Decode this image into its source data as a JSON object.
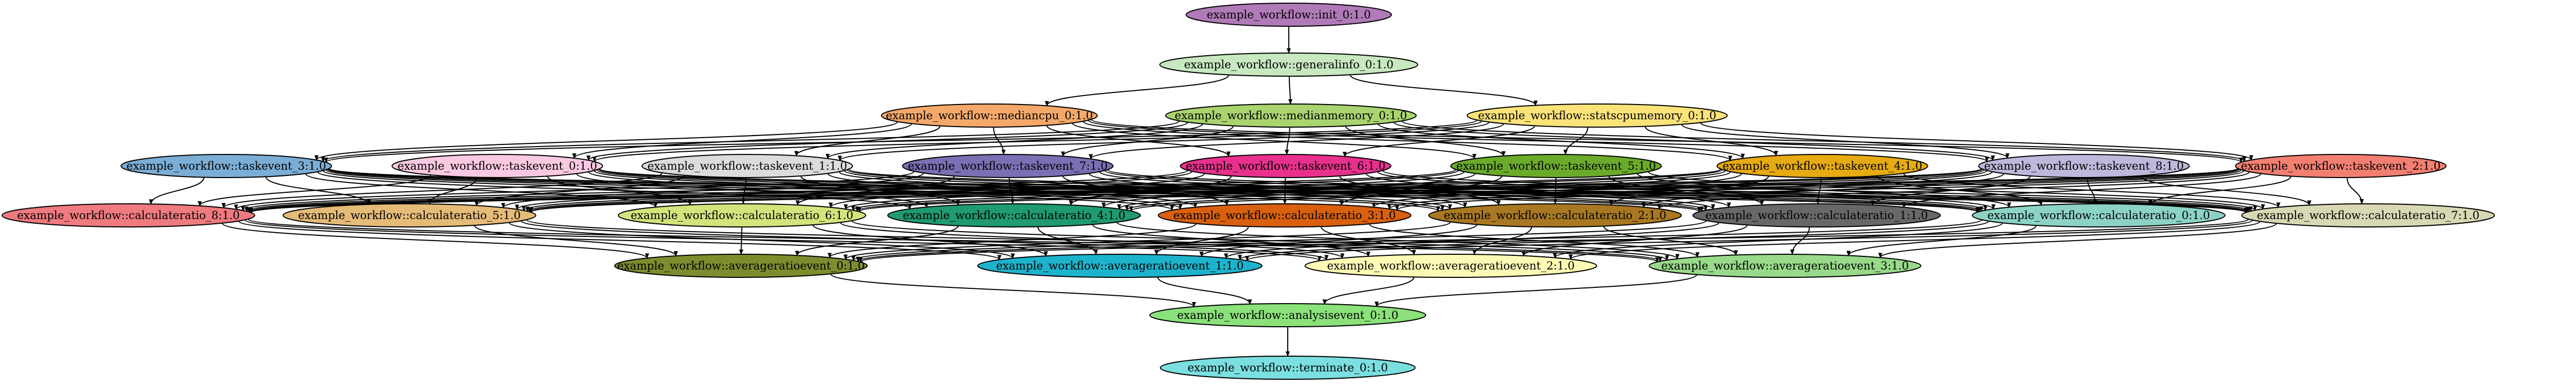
{
  "graph": {
    "nodes": [
      {
        "id": "init_0",
        "label": "example_workflow::init_0:1.0",
        "color": "#b07ab8"
      },
      {
        "id": "generalinfo_0",
        "label": "example_workflow::generalinfo_0:1.0",
        "color": "#c7e8c0"
      },
      {
        "id": "mediancpu_0",
        "label": "example_workflow::mediancpu_0:1.0",
        "color": "#f4a96a"
      },
      {
        "id": "medianmemory_0",
        "label": "example_workflow::medianmemory_0:1.0",
        "color": "#a9d46f"
      },
      {
        "id": "statscpumemory_0",
        "label": "example_workflow::statscpumemory_0:1.0",
        "color": "#fbe37a"
      },
      {
        "id": "taskevent_3",
        "label": "example_workflow::taskevent_3:1.0",
        "color": "#7baed6"
      },
      {
        "id": "taskevent_0",
        "label": "example_workflow::taskevent_0:1.0",
        "color": "#fac9e1"
      },
      {
        "id": "taskevent_1",
        "label": "example_workflow::taskevent_1:1.0",
        "color": "#dcdcdc"
      },
      {
        "id": "taskevent_7",
        "label": "example_workflow::taskevent_7:1.0",
        "color": "#7a6fb3"
      },
      {
        "id": "taskevent_6",
        "label": "example_workflow::taskevent_6:1.0",
        "color": "#e7318d"
      },
      {
        "id": "taskevent_5",
        "label": "example_workflow::taskevent_5:1.0",
        "color": "#6bab2b"
      },
      {
        "id": "taskevent_4",
        "label": "example_workflow::taskevent_4:1.0",
        "color": "#e6aa12"
      },
      {
        "id": "taskevent_8",
        "label": "example_workflow::taskevent_8:1.0",
        "color": "#bdb9dc"
      },
      {
        "id": "taskevent_2",
        "label": "example_workflow::taskevent_2:1.0",
        "color": "#f37f72"
      },
      {
        "id": "calculateratio_8",
        "label": "example_workflow::calculateratio_8:1.0",
        "color": "#ef7a7f"
      },
      {
        "id": "calculateratio_5",
        "label": "example_workflow::calculateratio_5:1.0",
        "color": "#e5bb78"
      },
      {
        "id": "calculateratio_6",
        "label": "example_workflow::calculateratio_6:1.0",
        "color": "#d5e37c"
      },
      {
        "id": "calculateratio_4",
        "label": "example_workflow::calculateratio_4:1.0",
        "color": "#1f9a72"
      },
      {
        "id": "calculateratio_3",
        "label": "example_workflow::calculateratio_3:1.0",
        "color": "#d8600f"
      },
      {
        "id": "calculateratio_2",
        "label": "example_workflow::calculateratio_2:1.0",
        "color": "#a97822"
      },
      {
        "id": "calculateratio_1",
        "label": "example_workflow::calculateratio_1:1.0",
        "color": "#686868"
      },
      {
        "id": "calculateratio_0",
        "label": "example_workflow::calculateratio_0:1.0",
        "color": "#8cd3c5"
      },
      {
        "id": "calculateratio_7",
        "label": "example_workflow::calculateratio_7:1.0",
        "color": "#d8d8b4"
      },
      {
        "id": "averageratioevent_0",
        "label": "example_workflow::averageratioevent_0:1.0",
        "color": "#7f8c2e"
      },
      {
        "id": "averageratioevent_1",
        "label": "example_workflow::averageratioevent_1:1.0",
        "color": "#1eb3cc"
      },
      {
        "id": "averageratioevent_2",
        "label": "example_workflow::averageratioevent_2:1.0",
        "color": "#fefab6"
      },
      {
        "id": "averageratioevent_3",
        "label": "example_workflow::averageratioevent_3:1.0",
        "color": "#98d98a"
      },
      {
        "id": "analysisevent_0",
        "label": "example_workflow::analysisevent_0:1.0",
        "color": "#8be17a"
      },
      {
        "id": "terminate_0",
        "label": "example_workflow::terminate_0:1.0",
        "color": "#7bdfe0"
      }
    ],
    "edges": [
      [
        "init_0",
        "generalinfo_0"
      ],
      [
        "generalinfo_0",
        "mediancpu_0"
      ],
      [
        "generalinfo_0",
        "medianmemory_0"
      ],
      [
        "generalinfo_0",
        "statscpumemory_0"
      ],
      [
        "mediancpu_0",
        "taskevent_3"
      ],
      [
        "mediancpu_0",
        "taskevent_0"
      ],
      [
        "mediancpu_0",
        "taskevent_1"
      ],
      [
        "mediancpu_0",
        "taskevent_7"
      ],
      [
        "mediancpu_0",
        "taskevent_6"
      ],
      [
        "mediancpu_0",
        "taskevent_5"
      ],
      [
        "mediancpu_0",
        "taskevent_4"
      ],
      [
        "mediancpu_0",
        "taskevent_8"
      ],
      [
        "mediancpu_0",
        "taskevent_2"
      ],
      [
        "medianmemory_0",
        "taskevent_3"
      ],
      [
        "medianmemory_0",
        "taskevent_0"
      ],
      [
        "medianmemory_0",
        "taskevent_1"
      ],
      [
        "medianmemory_0",
        "taskevent_7"
      ],
      [
        "medianmemory_0",
        "taskevent_6"
      ],
      [
        "medianmemory_0",
        "taskevent_5"
      ],
      [
        "medianmemory_0",
        "taskevent_4"
      ],
      [
        "medianmemory_0",
        "taskevent_8"
      ],
      [
        "medianmemory_0",
        "taskevent_2"
      ],
      [
        "statscpumemory_0",
        "taskevent_3"
      ],
      [
        "statscpumemory_0",
        "taskevent_0"
      ],
      [
        "statscpumemory_0",
        "taskevent_1"
      ],
      [
        "statscpumemory_0",
        "taskevent_7"
      ],
      [
        "statscpumemory_0",
        "taskevent_6"
      ],
      [
        "statscpumemory_0",
        "taskevent_5"
      ],
      [
        "statscpumemory_0",
        "taskevent_4"
      ],
      [
        "statscpumemory_0",
        "taskevent_8"
      ],
      [
        "statscpumemory_0",
        "taskevent_2"
      ],
      [
        "taskevent_3",
        "calculateratio_8"
      ],
      [
        "taskevent_3",
        "calculateratio_5"
      ],
      [
        "taskevent_3",
        "calculateratio_6"
      ],
      [
        "taskevent_3",
        "calculateratio_4"
      ],
      [
        "taskevent_3",
        "calculateratio_3"
      ],
      [
        "taskevent_3",
        "calculateratio_2"
      ],
      [
        "taskevent_3",
        "calculateratio_1"
      ],
      [
        "taskevent_3",
        "calculateratio_0"
      ],
      [
        "taskevent_3",
        "calculateratio_7"
      ],
      [
        "taskevent_0",
        "calculateratio_8"
      ],
      [
        "taskevent_0",
        "calculateratio_5"
      ],
      [
        "taskevent_0",
        "calculateratio_6"
      ],
      [
        "taskevent_0",
        "calculateratio_4"
      ],
      [
        "taskevent_0",
        "calculateratio_3"
      ],
      [
        "taskevent_0",
        "calculateratio_2"
      ],
      [
        "taskevent_0",
        "calculateratio_1"
      ],
      [
        "taskevent_0",
        "calculateratio_0"
      ],
      [
        "taskevent_0",
        "calculateratio_7"
      ],
      [
        "taskevent_1",
        "calculateratio_8"
      ],
      [
        "taskevent_1",
        "calculateratio_5"
      ],
      [
        "taskevent_1",
        "calculateratio_6"
      ],
      [
        "taskevent_1",
        "calculateratio_4"
      ],
      [
        "taskevent_1",
        "calculateratio_3"
      ],
      [
        "taskevent_1",
        "calculateratio_2"
      ],
      [
        "taskevent_1",
        "calculateratio_1"
      ],
      [
        "taskevent_1",
        "calculateratio_0"
      ],
      [
        "taskevent_1",
        "calculateratio_7"
      ],
      [
        "taskevent_7",
        "calculateratio_8"
      ],
      [
        "taskevent_7",
        "calculateratio_5"
      ],
      [
        "taskevent_7",
        "calculateratio_6"
      ],
      [
        "taskevent_7",
        "calculateratio_4"
      ],
      [
        "taskevent_7",
        "calculateratio_3"
      ],
      [
        "taskevent_7",
        "calculateratio_2"
      ],
      [
        "taskevent_7",
        "calculateratio_1"
      ],
      [
        "taskevent_7",
        "calculateratio_0"
      ],
      [
        "taskevent_7",
        "calculateratio_7"
      ],
      [
        "taskevent_6",
        "calculateratio_8"
      ],
      [
        "taskevent_6",
        "calculateratio_5"
      ],
      [
        "taskevent_6",
        "calculateratio_6"
      ],
      [
        "taskevent_6",
        "calculateratio_4"
      ],
      [
        "taskevent_6",
        "calculateratio_3"
      ],
      [
        "taskevent_6",
        "calculateratio_2"
      ],
      [
        "taskevent_6",
        "calculateratio_1"
      ],
      [
        "taskevent_6",
        "calculateratio_0"
      ],
      [
        "taskevent_6",
        "calculateratio_7"
      ],
      [
        "taskevent_5",
        "calculateratio_8"
      ],
      [
        "taskevent_5",
        "calculateratio_5"
      ],
      [
        "taskevent_5",
        "calculateratio_6"
      ],
      [
        "taskevent_5",
        "calculateratio_4"
      ],
      [
        "taskevent_5",
        "calculateratio_3"
      ],
      [
        "taskevent_5",
        "calculateratio_2"
      ],
      [
        "taskevent_5",
        "calculateratio_1"
      ],
      [
        "taskevent_5",
        "calculateratio_0"
      ],
      [
        "taskevent_5",
        "calculateratio_7"
      ],
      [
        "taskevent_4",
        "calculateratio_8"
      ],
      [
        "taskevent_4",
        "calculateratio_5"
      ],
      [
        "taskevent_4",
        "calculateratio_6"
      ],
      [
        "taskevent_4",
        "calculateratio_4"
      ],
      [
        "taskevent_4",
        "calculateratio_3"
      ],
      [
        "taskevent_4",
        "calculateratio_2"
      ],
      [
        "taskevent_4",
        "calculateratio_1"
      ],
      [
        "taskevent_4",
        "calculateratio_0"
      ],
      [
        "taskevent_4",
        "calculateratio_7"
      ],
      [
        "taskevent_8",
        "calculateratio_8"
      ],
      [
        "taskevent_8",
        "calculateratio_5"
      ],
      [
        "taskevent_8",
        "calculateratio_6"
      ],
      [
        "taskevent_8",
        "calculateratio_4"
      ],
      [
        "taskevent_8",
        "calculateratio_3"
      ],
      [
        "taskevent_8",
        "calculateratio_2"
      ],
      [
        "taskevent_8",
        "calculateratio_1"
      ],
      [
        "taskevent_8",
        "calculateratio_0"
      ],
      [
        "taskevent_8",
        "calculateratio_7"
      ],
      [
        "taskevent_2",
        "calculateratio_8"
      ],
      [
        "taskevent_2",
        "calculateratio_5"
      ],
      [
        "taskevent_2",
        "calculateratio_6"
      ],
      [
        "taskevent_2",
        "calculateratio_4"
      ],
      [
        "taskevent_2",
        "calculateratio_3"
      ],
      [
        "taskevent_2",
        "calculateratio_2"
      ],
      [
        "taskevent_2",
        "calculateratio_1"
      ],
      [
        "taskevent_2",
        "calculateratio_0"
      ],
      [
        "taskevent_2",
        "calculateratio_7"
      ],
      [
        "calculateratio_8",
        "averageratioevent_0"
      ],
      [
        "calculateratio_8",
        "averageratioevent_1"
      ],
      [
        "calculateratio_8",
        "averageratioevent_2"
      ],
      [
        "calculateratio_8",
        "averageratioevent_3"
      ],
      [
        "calculateratio_5",
        "averageratioevent_0"
      ],
      [
        "calculateratio_5",
        "averageratioevent_1"
      ],
      [
        "calculateratio_5",
        "averageratioevent_2"
      ],
      [
        "calculateratio_5",
        "averageratioevent_3"
      ],
      [
        "calculateratio_6",
        "averageratioevent_0"
      ],
      [
        "calculateratio_6",
        "averageratioevent_1"
      ],
      [
        "calculateratio_6",
        "averageratioevent_2"
      ],
      [
        "calculateratio_6",
        "averageratioevent_3"
      ],
      [
        "calculateratio_4",
        "averageratioevent_0"
      ],
      [
        "calculateratio_4",
        "averageratioevent_1"
      ],
      [
        "calculateratio_4",
        "averageratioevent_2"
      ],
      [
        "calculateratio_4",
        "averageratioevent_3"
      ],
      [
        "calculateratio_3",
        "averageratioevent_0"
      ],
      [
        "calculateratio_3",
        "averageratioevent_1"
      ],
      [
        "calculateratio_3",
        "averageratioevent_2"
      ],
      [
        "calculateratio_3",
        "averageratioevent_3"
      ],
      [
        "calculateratio_2",
        "averageratioevent_0"
      ],
      [
        "calculateratio_2",
        "averageratioevent_1"
      ],
      [
        "calculateratio_2",
        "averageratioevent_2"
      ],
      [
        "calculateratio_2",
        "averageratioevent_3"
      ],
      [
        "calculateratio_1",
        "averageratioevent_0"
      ],
      [
        "calculateratio_1",
        "averageratioevent_1"
      ],
      [
        "calculateratio_1",
        "averageratioevent_2"
      ],
      [
        "calculateratio_1",
        "averageratioevent_3"
      ],
      [
        "calculateratio_0",
        "averageratioevent_0"
      ],
      [
        "calculateratio_0",
        "averageratioevent_1"
      ],
      [
        "calculateratio_0",
        "averageratioevent_2"
      ],
      [
        "calculateratio_0",
        "averageratioevent_3"
      ],
      [
        "calculateratio_7",
        "averageratioevent_0"
      ],
      [
        "calculateratio_7",
        "averageratioevent_1"
      ],
      [
        "calculateratio_7",
        "averageratioevent_2"
      ],
      [
        "calculateratio_7",
        "averageratioevent_3"
      ],
      [
        "averageratioevent_0",
        "analysisevent_0"
      ],
      [
        "averageratioevent_1",
        "analysisevent_0"
      ],
      [
        "averageratioevent_2",
        "analysisevent_0"
      ],
      [
        "averageratioevent_3",
        "analysisevent_0"
      ],
      [
        "analysisevent_0",
        "terminate_0"
      ]
    ]
  }
}
